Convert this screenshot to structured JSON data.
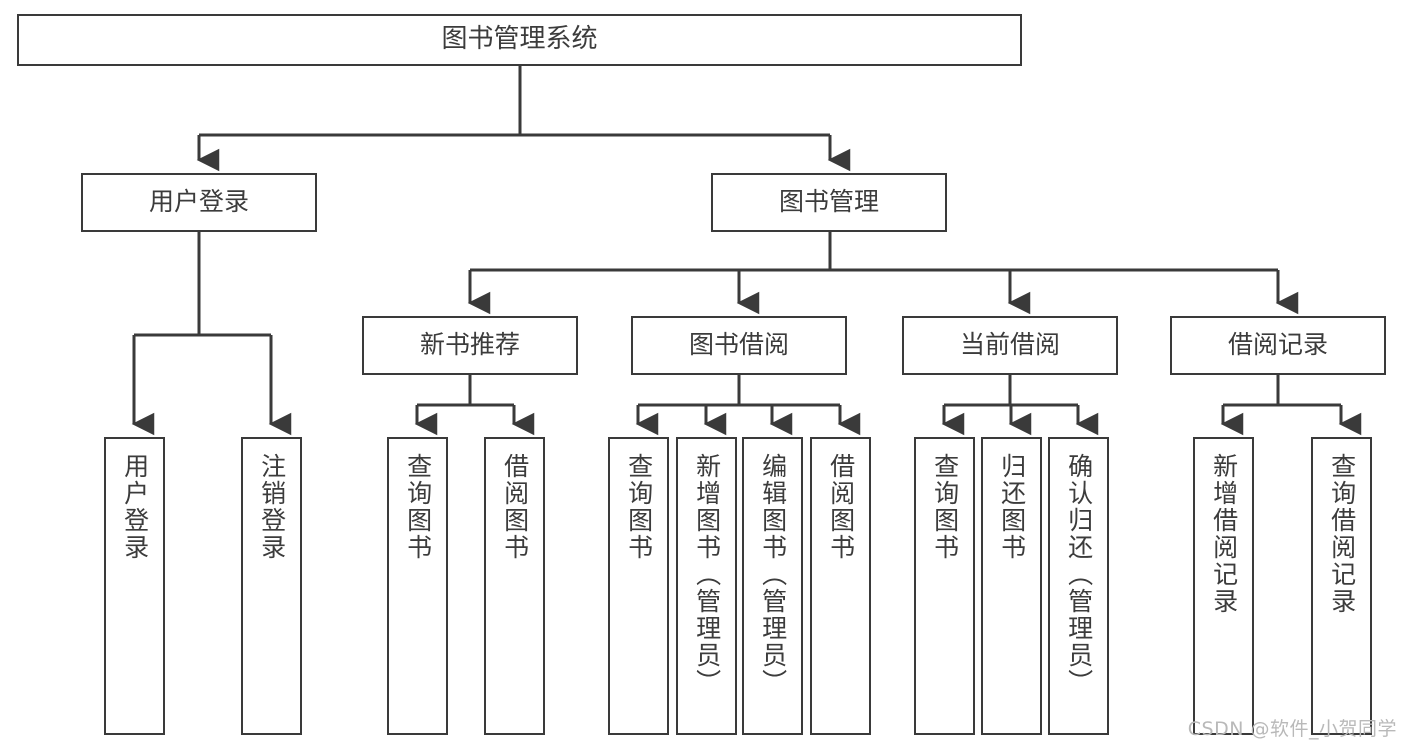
{
  "diagram": {
    "type": "hierarchy-tree",
    "title": "图书管理系统",
    "orientation": "top-down",
    "line_color": "#3a3a3a",
    "box_fill": "#ffffff",
    "text_color": "#3c3c3c"
  },
  "nodes": {
    "root": {
      "label": "图书管理系统"
    },
    "level2": [
      {
        "label": "用户登录"
      },
      {
        "label": "图书管理"
      }
    ],
    "level3": [
      {
        "label": "新书推荐"
      },
      {
        "label": "图书借阅"
      },
      {
        "label": "当前借阅"
      },
      {
        "label": "借阅记录"
      }
    ],
    "leaves_user_login": [
      {
        "label": "用户登录"
      },
      {
        "label": "注销登录"
      }
    ],
    "leaves_new_book": [
      {
        "label": "查询图书"
      },
      {
        "label": "借阅图书"
      }
    ],
    "leaves_borrow": [
      {
        "label": "查询图书"
      },
      {
        "label": "新增图书（管理员）"
      },
      {
        "label": "编辑图书（管理员）"
      },
      {
        "label": "借阅图书"
      }
    ],
    "leaves_current": [
      {
        "label": "查询图书"
      },
      {
        "label": "归还图书"
      },
      {
        "label": "确认归还（管理员）"
      }
    ],
    "leaves_record": [
      {
        "label": "新增借阅记录"
      },
      {
        "label": "查询借阅记录"
      }
    ]
  },
  "watermark": {
    "text": "CSDN @软件_小贺同学"
  }
}
